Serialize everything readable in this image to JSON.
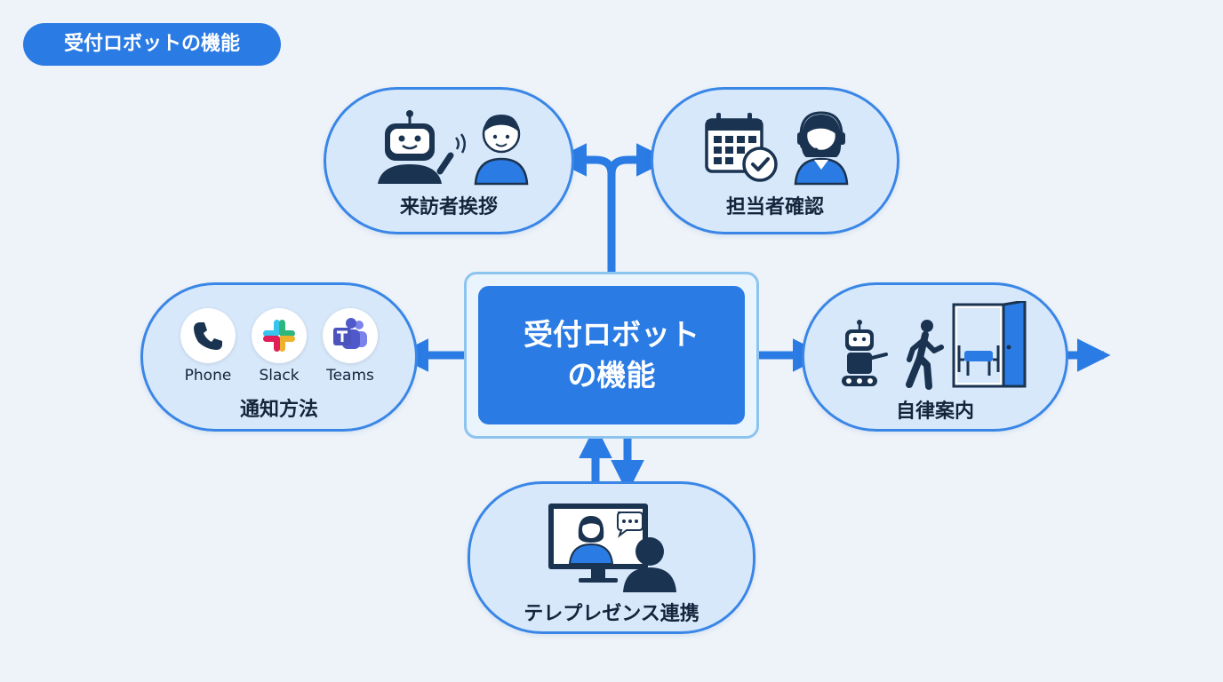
{
  "title": "受付ロボットの機能",
  "center": {
    "line1": "受付ロボット",
    "line2": "の機能"
  },
  "nodes": {
    "greeting": {
      "label": "来訪者挨拶"
    },
    "staff_check": {
      "label": "担当者確認"
    },
    "notification": {
      "label": "通知方法",
      "apps": [
        {
          "name": "Phone",
          "icon": "phone-icon"
        },
        {
          "name": "Slack",
          "icon": "slack-icon"
        },
        {
          "name": "Teams",
          "icon": "teams-icon"
        }
      ]
    },
    "guidance": {
      "label": "自律案内"
    },
    "telepresence": {
      "label": "テレプレゼンス連携"
    }
  },
  "colors": {
    "accent": "#2b7be4",
    "node_fill": "#d7e8fb",
    "node_border": "#3a86e6",
    "icon_dark": "#1a3350",
    "background": "#eef3f9"
  }
}
